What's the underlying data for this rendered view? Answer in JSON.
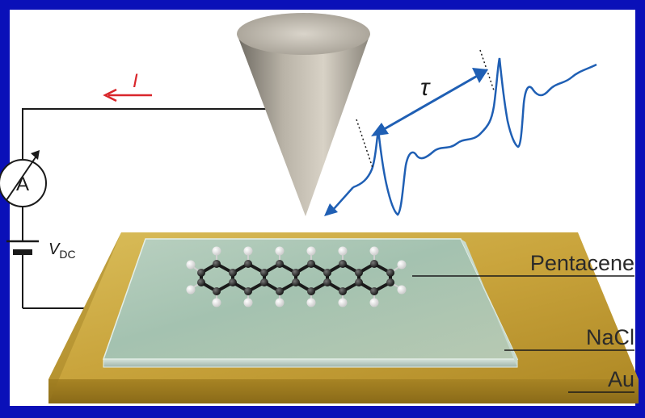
{
  "labels": {
    "current": "I",
    "ammeter": "A",
    "voltage_main": "V",
    "voltage_sub": "DC",
    "delay": "τ",
    "molecule": "Pentacene",
    "insulator": "NaCl",
    "substrate": "Au"
  },
  "colors": {
    "frame": "#0a10b8",
    "current_arrow": "#d9262b",
    "pulse_wave": "#1f5fb4",
    "circuit": "#1a1a1a",
    "gold": "#b8962a",
    "nacl": "#a9c7b2"
  }
}
